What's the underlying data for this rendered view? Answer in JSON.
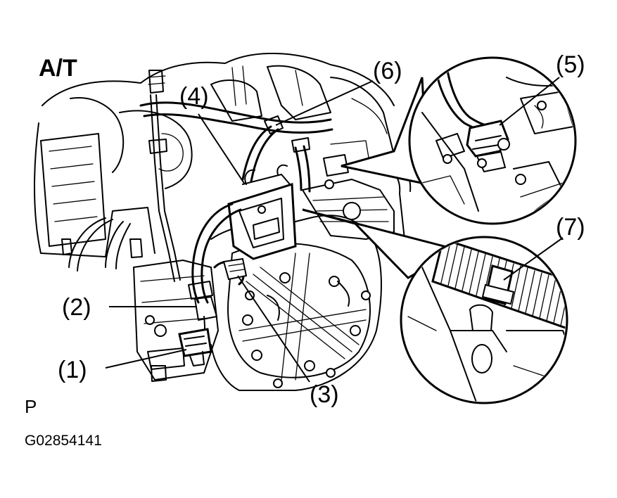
{
  "diagram": {
    "title": "A/T",
    "view_code": "P",
    "figure_code": "G02854141",
    "callouts": {
      "c1": "(1)",
      "c2": "(2)",
      "c3": "(3)",
      "c4": "(4)",
      "c5": "(5)",
      "c6": "(6)",
      "c7": "(7)"
    },
    "detail_views": [
      "connector-(5)-detail",
      "clamp-(7)-detail"
    ]
  }
}
